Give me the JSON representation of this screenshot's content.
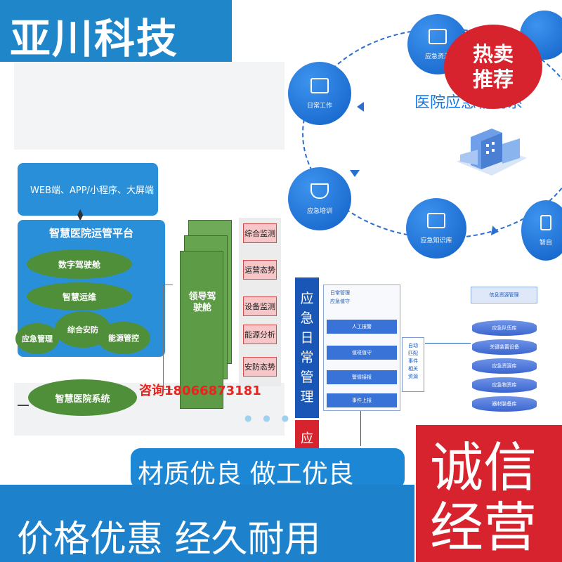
{
  "brand": {
    "title": "亚川科技"
  },
  "left_diagram": {
    "platform": "WEB端、APP/小程序、大屏端",
    "ops_platform": "智慧医院运管平台",
    "modules": [
      "数字驾驶舱",
      "智慧运维",
      "应急管理",
      "综合安防",
      "能源管控"
    ],
    "hospital_system": "智慧医院系统",
    "leader_cockpit": "领导驾驶舱",
    "tags": [
      "综合监测",
      "运营态势",
      "设备监测",
      "能源分析",
      "安防态势"
    ],
    "consult": "咨询18066873181"
  },
  "circle_diagram": {
    "title": "医院应急辅助系",
    "nodes": {
      "daily": "日常工作",
      "training": "应急培训",
      "knowledge": "应急知识库",
      "resources": "应急资源",
      "right_partial": "智自"
    }
  },
  "hot_badge": {
    "line1": "热卖",
    "line2": "推荐"
  },
  "flow": {
    "side_label": [
      "应",
      "急",
      "日",
      "常",
      "管",
      "理"
    ],
    "side_label2": "应",
    "head1": "日常管理",
    "head2": "应急值守",
    "steps": [
      "人工报警",
      "值班值守",
      "警情接报",
      "事件上报"
    ],
    "auto_box": [
      "自动",
      "匹配",
      "事件",
      "相关",
      "资源"
    ],
    "info_title": "信息资源管理",
    "resources": [
      "应急队伍库",
      "关键装置设备",
      "应急资源库",
      "应急物资库",
      "器材装备库"
    ]
  },
  "banners": {
    "mid": "材质优良  做工优良",
    "bottom": "价格优惠  经久耐用",
    "honest_line1": "诚信",
    "honest_line2": "经营"
  },
  "colors": {
    "brand_blue": "#1f86c9",
    "badge_red": "#d6232e",
    "module_green": "#4f8f3a",
    "flow_blue": "#1a56b6"
  }
}
